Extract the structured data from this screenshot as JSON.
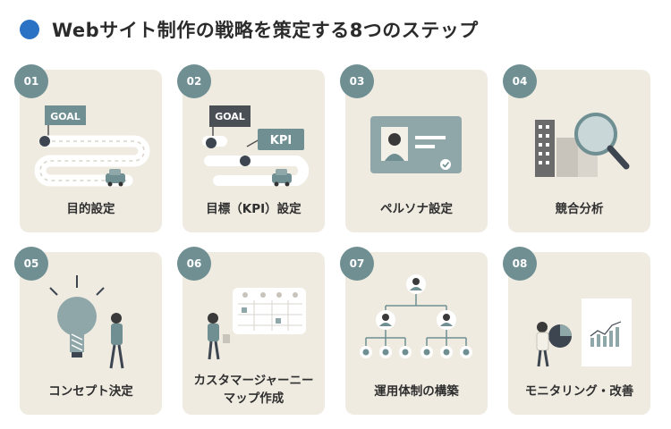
{
  "title": "Webサイト制作の戦略を策定する8つのステップ",
  "accent_color": "#2b72c5",
  "card_color": "#efebe1",
  "badge_color": "#6f8f92",
  "steps": [
    {
      "number": "01",
      "label": "目的設定",
      "icon": "road-goal-icon",
      "sign1": "GOAL"
    },
    {
      "number": "02",
      "label": "目標（KPI）設定",
      "icon": "road-kpi-icon",
      "sign1": "GOAL",
      "sign2": "KPI"
    },
    {
      "number": "03",
      "label": "ペルソナ設定",
      "icon": "persona-card-icon"
    },
    {
      "number": "04",
      "label": "競合分析",
      "icon": "magnifier-buildings-icon"
    },
    {
      "number": "05",
      "label": "コンセプト決定",
      "icon": "lightbulb-person-icon"
    },
    {
      "number": "06",
      "label_line1": "カスタマージャーニー",
      "label_line2": "マップ作成",
      "icon": "journey-map-icon"
    },
    {
      "number": "07",
      "label": "運用体制の構築",
      "icon": "org-chart-icon"
    },
    {
      "number": "08",
      "label": "モニタリング・改善",
      "icon": "monitoring-chart-icon"
    }
  ]
}
